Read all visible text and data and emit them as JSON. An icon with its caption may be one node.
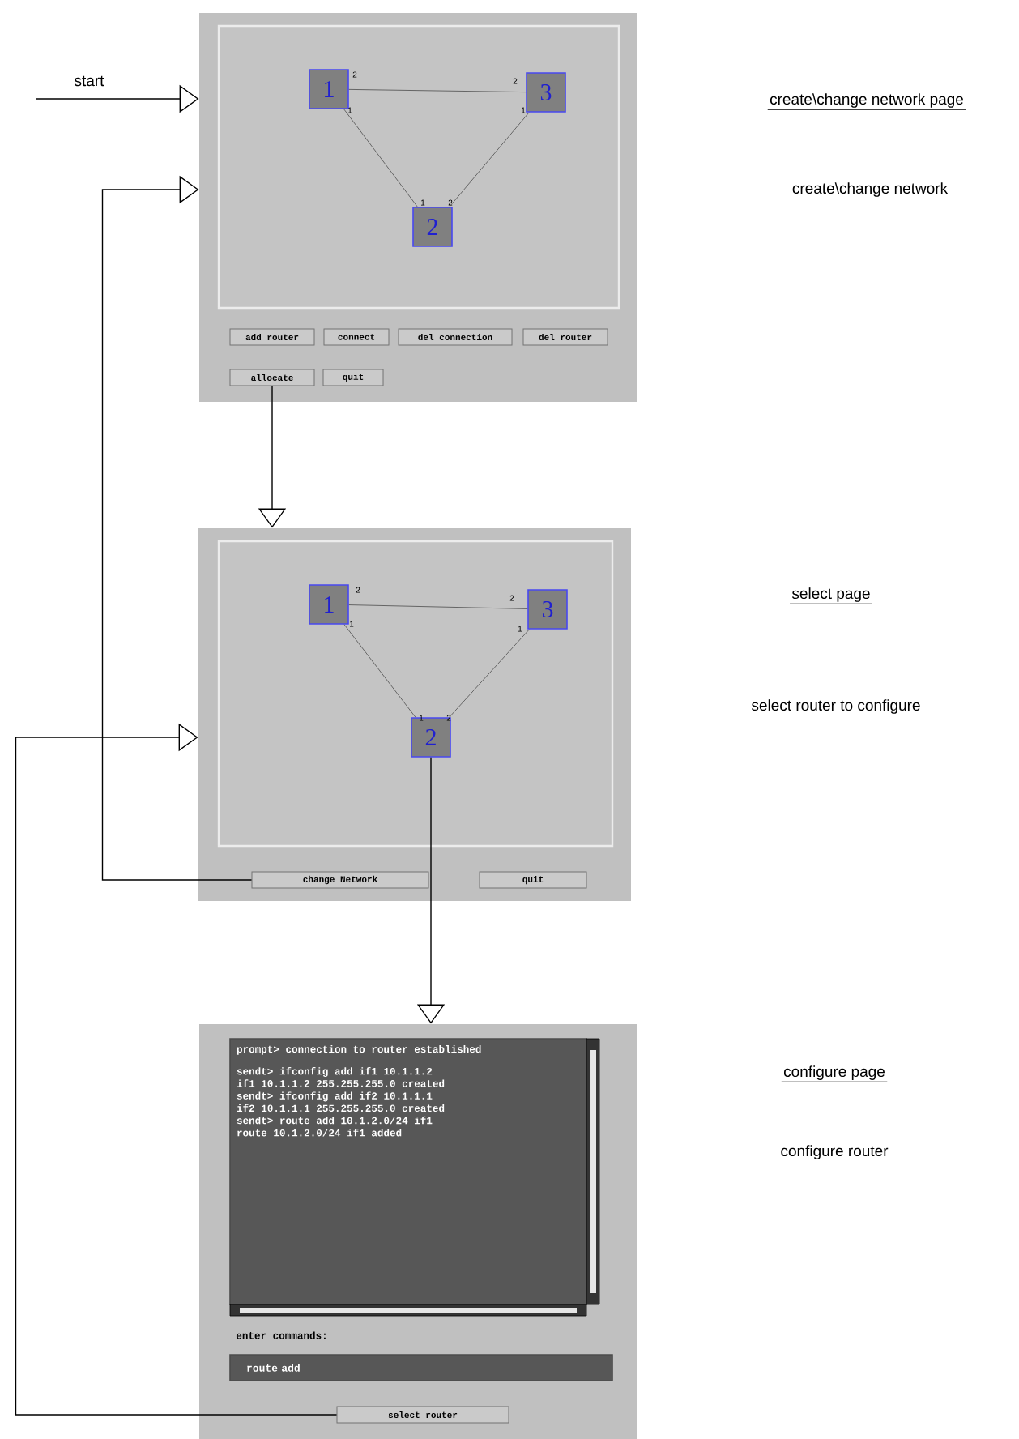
{
  "diagram": {
    "nodes": [
      {
        "text": [],
        "shape": "box"
      },
      {
        "text": [
          "1"
        ],
        "in": 0
      },
      {
        "text": [
          "3"
        ],
        "in": 0
      },
      {
        "text": [
          "2"
        ],
        "in": 0
      },
      {
        "text": [
          "add router"
        ],
        "in": 0
      },
      {
        "text": [
          "connect"
        ],
        "in": 0
      },
      {
        "text": [
          "del connection"
        ],
        "in": 0
      },
      {
        "text": [
          "del router"
        ],
        "in": 0
      },
      {
        "text": [
          "allocate"
        ],
        "in": 0
      },
      {
        "text": [
          "quit"
        ],
        "in": 0
      },
      {
        "text": [],
        "shape": "box"
      },
      {
        "text": [
          "1"
        ],
        "in": 10
      },
      {
        "text": [
          "3"
        ],
        "in": 10
      },
      {
        "text": [
          "2"
        ],
        "in": 10
      },
      {
        "text": [
          "change Network"
        ],
        "in": 10
      },
      {
        "text": [
          "quit"
        ],
        "in": 10
      },
      {
        "text": [],
        "shape": "box"
      },
      {
        "text": [
          "prompt> connection to router established",
          "sendt> ifconfig add if1 10.1.1.2",
          "if1 10.1.1.2 255.255.255.0 created",
          "sendt> ifconfig add if2 10.1.1.1",
          "if2 10.1.1.1 255.255.255.0 created",
          "sendt> route add 10.1.2.0/24 if1",
          "route 10.1.2.0/24 if1 added"
        ],
        "in": 16
      },
      {
        "text": [
          "route add"
        ],
        "in": 16
      },
      {
        "text": [
          "select router"
        ],
        "in": 16
      }
    ],
    "edges": [
      {
        "from": null,
        "to": 0,
        "arrow": "to",
        "label": "start"
      },
      {
        "from": 1,
        "to": 2,
        "arrow": "none"
      },
      {
        "from": 1,
        "to": 3,
        "arrow": "none"
      },
      {
        "from": 3,
        "to": 2,
        "arrow": "none"
      },
      {
        "from": 8,
        "to": 10,
        "arrow": "to"
      },
      {
        "from": 14,
        "to": 0,
        "arrow": "to"
      },
      {
        "from": 11,
        "to": 12,
        "arrow": "none"
      },
      {
        "from": 11,
        "to": 13,
        "arrow": "none"
      },
      {
        "from": 13,
        "to": 12,
        "arrow": "none"
      },
      {
        "from": 13,
        "to": 16,
        "arrow": "to"
      },
      {
        "from": 19,
        "to": 10,
        "arrow": "to"
      }
    ],
    "labels": [
      "create\\change network page",
      "create\\change network",
      "2",
      "1",
      "2",
      "1",
      "1",
      "2",
      "select page",
      "select router to configure",
      "2",
      "1",
      "2",
      "1",
      "1",
      "2",
      "configure page",
      "configure router",
      "enter commands:"
    ]
  }
}
